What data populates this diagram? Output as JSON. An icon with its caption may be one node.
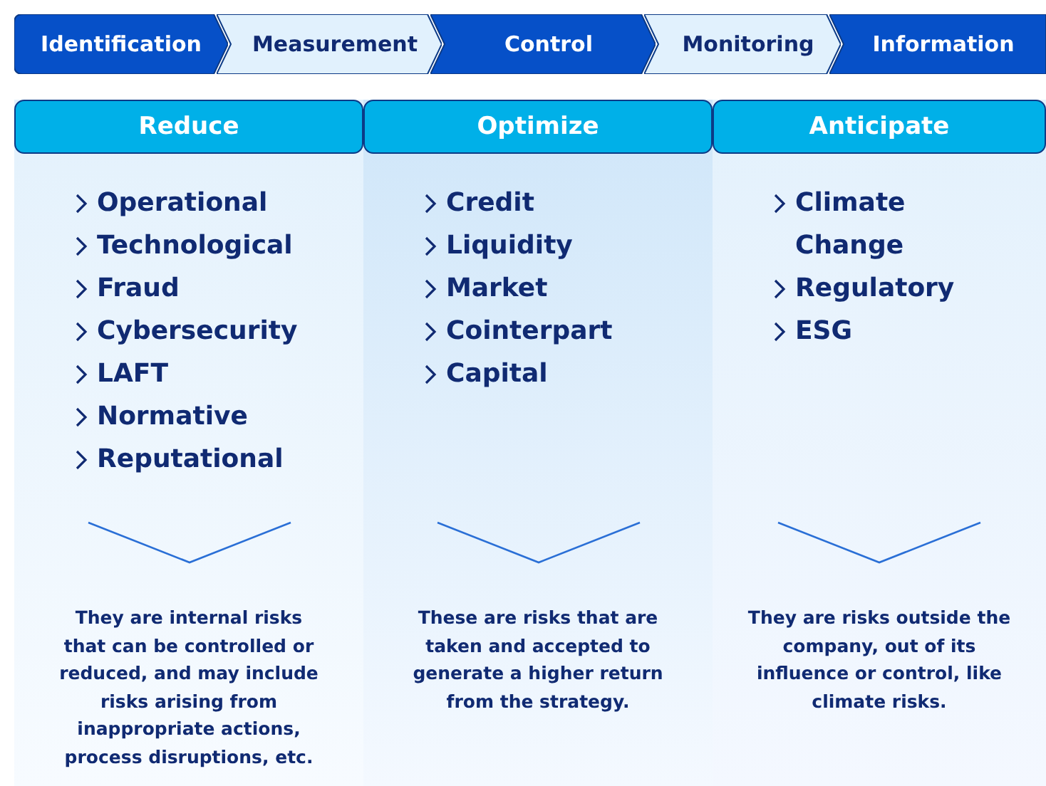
{
  "diagram": {
    "nodes": [
      {
        "text": [
          "Identification"
        ]
      },
      {
        "text": [
          "Measurement"
        ]
      },
      {
        "text": [
          "Control"
        ]
      },
      {
        "text": [
          "Monitoring"
        ]
      },
      {
        "text": [
          "Information"
        ]
      },
      {
        "text": [
          "Reduce",
          "Operational",
          "Technological",
          "Fraud",
          "Cybersecurity",
          "LAFT",
          "Normative",
          "Reputational",
          "They are internal risks that can be controlled or reduced, and may include risks arising from inappropriate actions, process disruptions, etc."
        ]
      },
      {
        "text": [
          "Optimize",
          "Credit",
          "Liquidity",
          "Market",
          "Cointerpart",
          "Capital",
          "These are risks that are taken and accepted to generate a higher return from the strategy."
        ]
      },
      {
        "text": [
          "Anticipate",
          "Climate Change",
          "Regulatory",
          "ESG",
          "They are risks outside the company, out of its influence or control, like climate risks."
        ]
      }
    ],
    "edges": []
  }
}
